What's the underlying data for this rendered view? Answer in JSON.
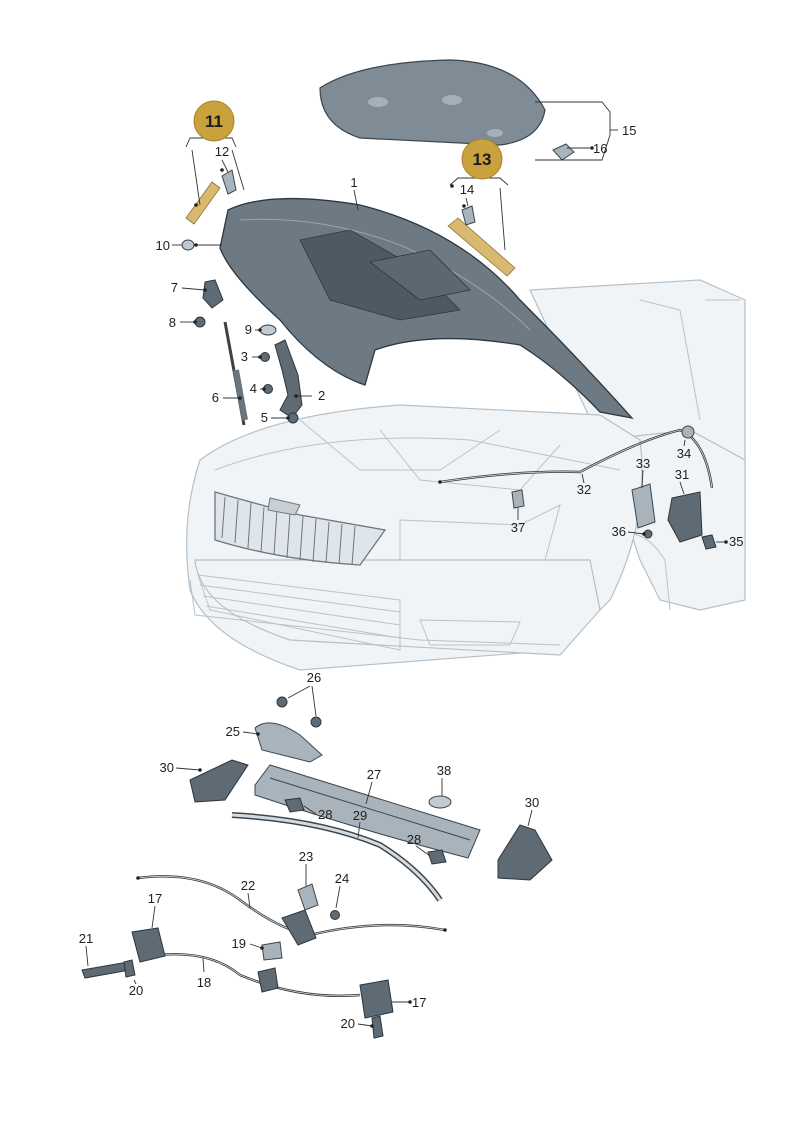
{
  "diagram": {
    "badges": [
      {
        "id": "badge-11",
        "text": "11"
      },
      {
        "id": "badge-13",
        "text": "13"
      }
    ],
    "labels": [
      {
        "id": "1",
        "text": "1"
      },
      {
        "id": "2",
        "text": "2"
      },
      {
        "id": "3",
        "text": "3"
      },
      {
        "id": "4",
        "text": "4"
      },
      {
        "id": "5",
        "text": "5"
      },
      {
        "id": "6",
        "text": "6"
      },
      {
        "id": "7",
        "text": "7"
      },
      {
        "id": "8",
        "text": "8"
      },
      {
        "id": "9",
        "text": "9"
      },
      {
        "id": "10",
        "text": "10"
      },
      {
        "id": "12",
        "text": "12"
      },
      {
        "id": "14",
        "text": "14"
      },
      {
        "id": "15",
        "text": "15"
      },
      {
        "id": "16",
        "text": "16"
      },
      {
        "id": "17a",
        "text": "17"
      },
      {
        "id": "17b",
        "text": "17"
      },
      {
        "id": "18",
        "text": "18"
      },
      {
        "id": "19",
        "text": "19"
      },
      {
        "id": "20a",
        "text": "20"
      },
      {
        "id": "20b",
        "text": "20"
      },
      {
        "id": "21",
        "text": "21"
      },
      {
        "id": "22",
        "text": "22"
      },
      {
        "id": "23",
        "text": "23"
      },
      {
        "id": "24",
        "text": "24"
      },
      {
        "id": "25",
        "text": "25"
      },
      {
        "id": "26",
        "text": "26"
      },
      {
        "id": "27",
        "text": "27"
      },
      {
        "id": "28a",
        "text": "28"
      },
      {
        "id": "28b",
        "text": "28"
      },
      {
        "id": "29",
        "text": "29"
      },
      {
        "id": "30a",
        "text": "30"
      },
      {
        "id": "30b",
        "text": "30"
      },
      {
        "id": "31",
        "text": "31"
      },
      {
        "id": "32",
        "text": "32"
      },
      {
        "id": "33",
        "text": "33"
      },
      {
        "id": "34",
        "text": "34"
      },
      {
        "id": "35",
        "text": "35"
      },
      {
        "id": "36",
        "text": "36"
      },
      {
        "id": "37",
        "text": "37"
      },
      {
        "id": "38",
        "text": "38"
      }
    ]
  },
  "colors": {
    "badge": "#c9a23e",
    "part_dark": "#5e6a74",
    "car_outline": "#b5c0c9",
    "seal_strip": "#d9b970"
  }
}
